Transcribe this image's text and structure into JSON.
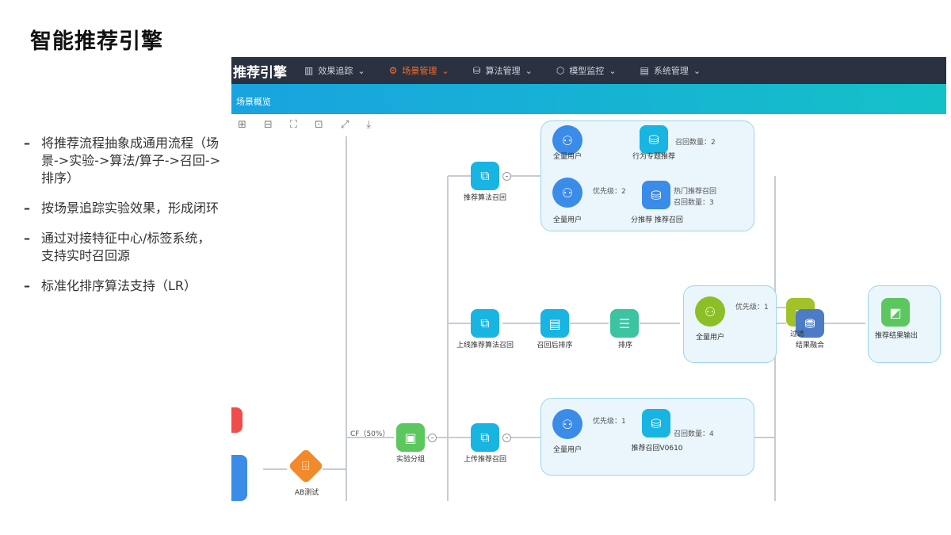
{
  "slide": {
    "title": "智能推荐引擎",
    "bullets": [
      "将推荐流程抽象成通用流程（场景->实验->算法/算子->召回->排序）",
      "按场景追踪实验效果，形成闭环",
      "通过对接特征中心/标签系统，支持实时召回源",
      "标准化排序算法支持（LR）"
    ]
  },
  "app": {
    "brand": "推荐引擎",
    "nav": [
      {
        "label": "效果追踪",
        "icon": "▥"
      },
      {
        "label": "场景管理",
        "icon": "⚙"
      },
      {
        "label": "算法管理",
        "icon": "⛁"
      },
      {
        "label": "模型监控",
        "icon": "⬡"
      },
      {
        "label": "系统管理",
        "icon": "▤"
      }
    ],
    "subheader": "场景概览",
    "toolbar": [
      "⊞",
      "⊟",
      "⛶",
      "⊡",
      "⤢",
      "⤓"
    ]
  },
  "flow": {
    "nodes": {
      "top_group_a": "全量用户",
      "top_group_b": "行为专题推荐",
      "top_group_b_sub": "召回数量：2",
      "mid_group_a": "全量用户",
      "mid_group_a_edge": "优先级：2",
      "mid_group_b": "热门推荐召回",
      "mid_group_b_sub": "召回数量：3",
      "mid_group_b_label": "分推荐 推荐召回",
      "recall_top": "推荐算法召回",
      "recall_mid": "上线推荐算法召回",
      "recall_bot": "上传推荐召回",
      "sort_a": "召回后排序",
      "sort_b": "排序",
      "user_mid": "全量用户",
      "user_mid_edge": "优先级：1",
      "filter_mid": "过滤",
      "merge_mid": "结果融合",
      "final_out": "推荐结果输出",
      "abtest": "实验分组",
      "abtest_edge": "CF（50%）",
      "ab_node": "AB测试",
      "bot_user": "全量用户",
      "bot_user_edge": "优先级：1",
      "bot_recall": "推荐召回V0610",
      "bot_recall_sub": "召回数量：4"
    }
  }
}
